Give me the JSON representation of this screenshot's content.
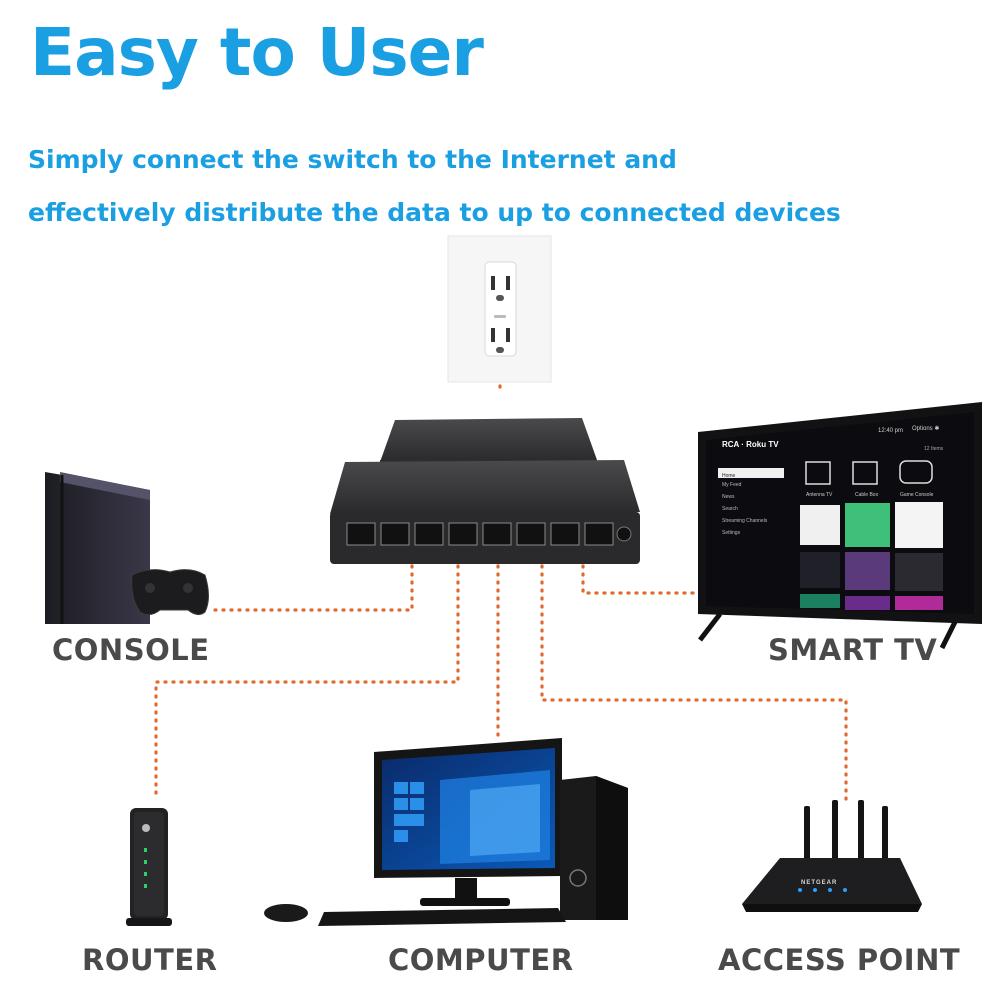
{
  "header": {
    "title": "Easy to User",
    "subtitle_line1": "Simply connect the switch to the Internet and",
    "subtitle_line2": "effectively distribute the data to up to connected devices"
  },
  "devices": {
    "console": "CONSOLE",
    "smart_tv": "SMART TV",
    "router": "ROUTER",
    "computer": "COMPUTER",
    "access_point": "ACCESS POINT"
  },
  "tv_screen": {
    "brand": "RCA · Roku TV",
    "time": "12:40 pm",
    "options": "Options ✱",
    "count": "12 Items",
    "menu": [
      "Home",
      "My Feed",
      "News",
      "Search",
      "Streaming Channels",
      "Settings"
    ],
    "tiles": [
      "Antenna TV",
      "Cable Box",
      "Game Console"
    ]
  },
  "router_brand": "NETGEAR",
  "colors": {
    "accent": "#1a9fe3",
    "cable": "#e06a2c",
    "label": "#4a4a4a",
    "device_dark": "#2b2b2d"
  }
}
